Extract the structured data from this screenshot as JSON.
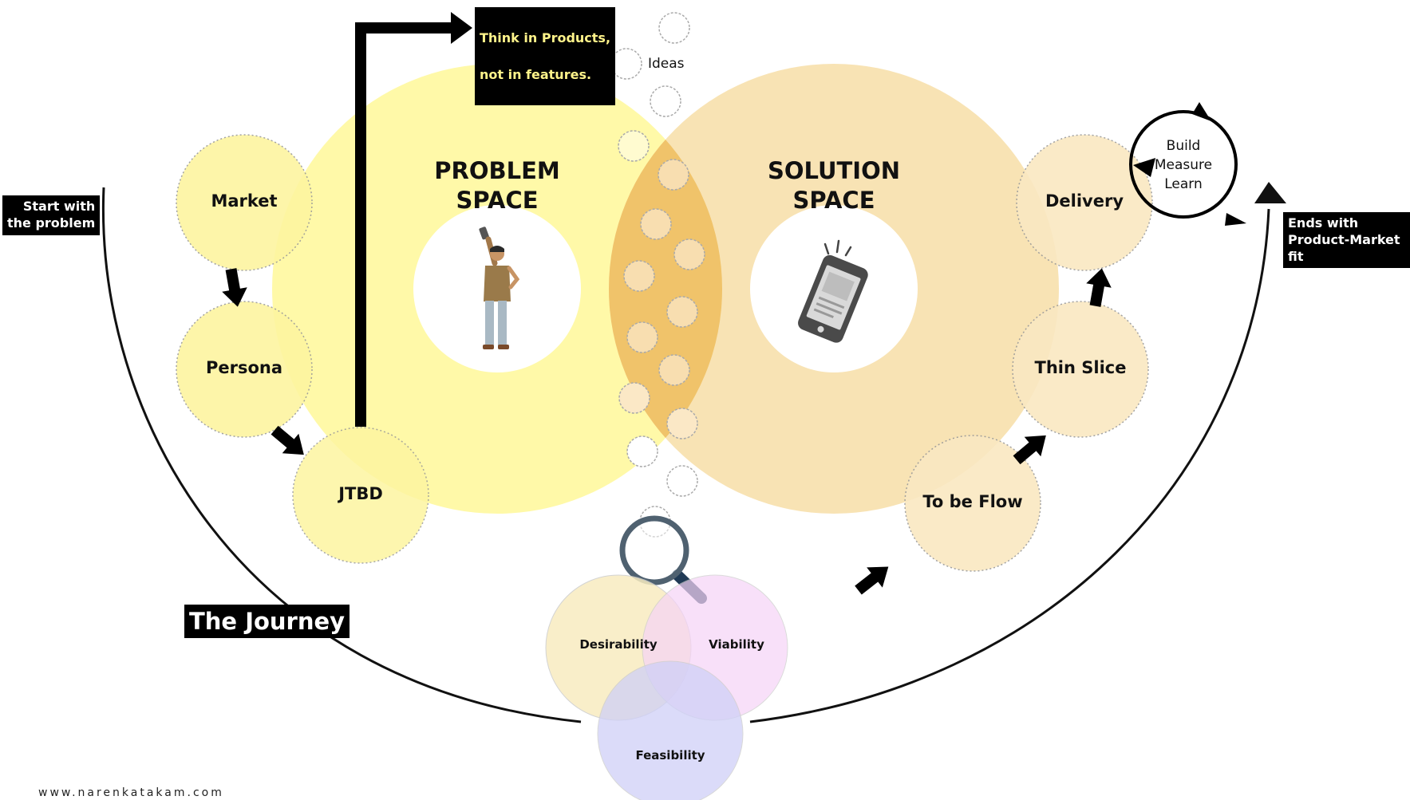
{
  "colors": {
    "problem": "#fff9a3",
    "solution": "#f8e2b0",
    "overlap": "#f0c36a",
    "yellow_node": "#fdf5a0",
    "orange_node": "#fae8c2",
    "desirability": "#f8ecc0",
    "viability": "#f6d4f7",
    "feasibility": "#cfd0f7",
    "think_text": "#fff38a"
  },
  "problem_space": {
    "title_line1": "PROBLEM",
    "title_line2": "SPACE",
    "icon": "person-holding-phone-icon"
  },
  "solution_space": {
    "title_line1": "SOLUTION",
    "title_line2": "SPACE",
    "icon": "smartphone-icon"
  },
  "problem_nodes": [
    {
      "label": "Market"
    },
    {
      "label": "Persona"
    },
    {
      "label": "JTBD"
    }
  ],
  "solution_nodes": [
    {
      "label": "To be Flow"
    },
    {
      "label": "Thin Slice"
    },
    {
      "label": "Delivery"
    }
  ],
  "ideas_label": "Ideas",
  "callouts": {
    "think_line1": "Think in Products,",
    "think_line2": "not in features.",
    "start": "Start with\nthe problem",
    "ends": "Ends with\nProduct-Market fit",
    "journey": "The Journey"
  },
  "cycle": {
    "line1": "Build",
    "line2": "Measure",
    "line3": "Learn"
  },
  "venn": {
    "desirability": "Desirability",
    "viability": "Viability",
    "feasibility": "Feasibility",
    "icon": "magnifying-glass-icon"
  },
  "footer": {
    "website": "www.narenkatakam.com"
  }
}
